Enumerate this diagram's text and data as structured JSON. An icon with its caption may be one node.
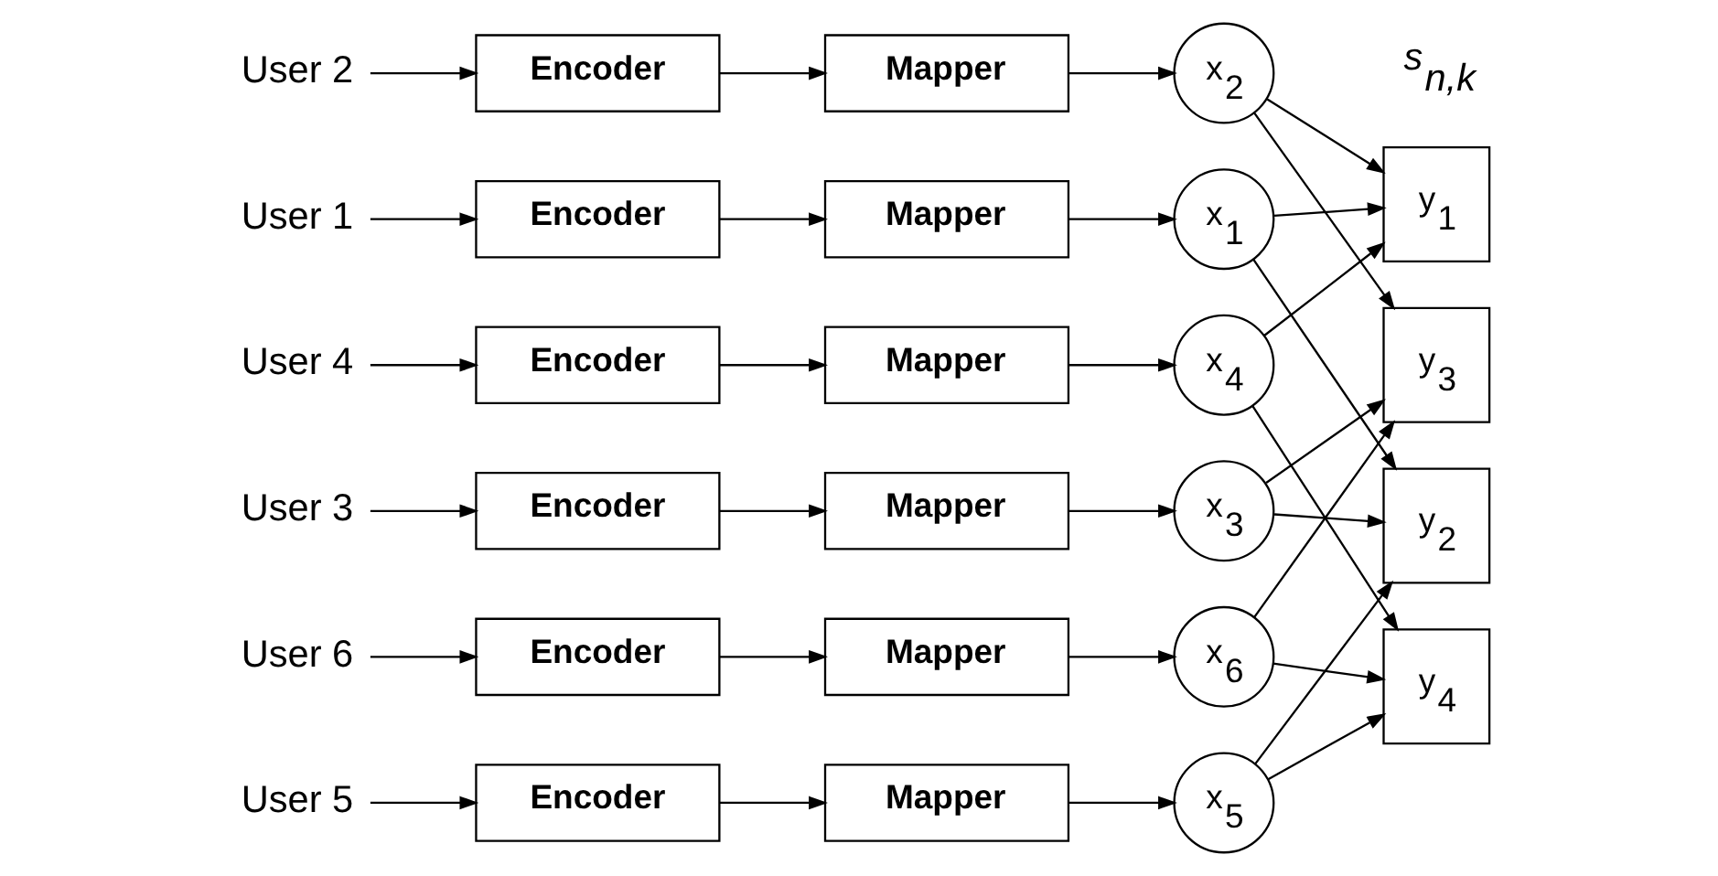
{
  "diagram": {
    "nodes": [
      {
        "text": [
          "User 1"
        ]
      },
      {
        "text": [
          "Encoder"
        ]
      },
      {
        "text": [
          "Mapper"
        ]
      },
      {
        "text": [
          "x$_{1}$"
        ]
      },
      {
        "text": [
          "User 2"
        ]
      },
      {
        "text": [
          "Encoder"
        ]
      },
      {
        "text": [
          "Mapper"
        ]
      },
      {
        "text": [
          "x$_{2}$"
        ]
      },
      {
        "text": [
          "User 3"
        ]
      },
      {
        "text": [
          "Encoder"
        ]
      },
      {
        "text": [
          "Mapper"
        ]
      },
      {
        "text": [
          "x$_{3}$"
        ]
      },
      {
        "text": [
          "User 4"
        ]
      },
      {
        "text": [
          "Encoder"
        ]
      },
      {
        "text": [
          "Mapper"
        ]
      },
      {
        "text": [
          "x$_{4}$"
        ]
      },
      {
        "text": [
          "User 5"
        ]
      },
      {
        "text": [
          "Encoder"
        ]
      },
      {
        "text": [
          "Mapper"
        ]
      },
      {
        "text": [
          "x$_{5}$"
        ]
      },
      {
        "text": [
          "User 6"
        ]
      },
      {
        "text": [
          "Encoder"
        ]
      },
      {
        "text": [
          "Mapper"
        ]
      },
      {
        "text": [
          "x$_{6}$"
        ]
      },
      {
        "text": [
          "y$_{1}$"
        ]
      },
      {
        "text": [
          "y$_{2}$"
        ]
      },
      {
        "text": [
          "y$_{3}$"
        ]
      },
      {
        "text": [
          "y$_{4}$"
        ]
      }
    ],
    "edges": [
      {
        "from": 0,
        "to": 1,
        "arrow": "to"
      },
      {
        "from": 1,
        "to": 2,
        "arrow": "to"
      },
      {
        "from": 2,
        "to": 3,
        "arrow": "to"
      },
      {
        "from": 4,
        "to": 5,
        "arrow": "to"
      },
      {
        "from": 5,
        "to": 6,
        "arrow": "to"
      },
      {
        "from": 6,
        "to": 7,
        "arrow": "to"
      },
      {
        "from": 8,
        "to": 9,
        "arrow": "to"
      },
      {
        "from": 9,
        "to": 10,
        "arrow": "to"
      },
      {
        "from": 10,
        "to": 11,
        "arrow": "to"
      },
      {
        "from": 12,
        "to": 13,
        "arrow": "to"
      },
      {
        "from": 13,
        "to": 14,
        "arrow": "to"
      },
      {
        "from": 14,
        "to": 15,
        "arrow": "to"
      },
      {
        "from": 16,
        "to": 17,
        "arrow": "to"
      },
      {
        "from": 17,
        "to": 18,
        "arrow": "to"
      },
      {
        "from": 18,
        "to": 19,
        "arrow": "to"
      },
      {
        "from": 20,
        "to": 21,
        "arrow": "to"
      },
      {
        "from": 21,
        "to": 22,
        "arrow": "to"
      },
      {
        "from": 22,
        "to": 23,
        "arrow": "to"
      },
      {
        "from": 3,
        "to": 24,
        "arrow": "to"
      },
      {
        "from": 3,
        "to": 25,
        "arrow": "to"
      },
      {
        "from": 7,
        "to": 24,
        "arrow": "to"
      },
      {
        "from": 7,
        "to": 26,
        "arrow": "to"
      },
      {
        "from": 11,
        "to": 25,
        "arrow": "to"
      },
      {
        "from": 11,
        "to": 26,
        "arrow": "to"
      },
      {
        "from": 15,
        "to": 24,
        "arrow": "to"
      },
      {
        "from": 15,
        "to": 27,
        "arrow": "to"
      },
      {
        "from": 19,
        "to": 25,
        "arrow": "to"
      },
      {
        "from": 19,
        "to": 27,
        "arrow": "to"
      },
      {
        "from": 23,
        "to": 26,
        "arrow": "to"
      },
      {
        "from": 23,
        "to": 27,
        "arrow": "to"
      }
    ],
    "labels": [
      "s$_{n,k}$"
    ]
  }
}
